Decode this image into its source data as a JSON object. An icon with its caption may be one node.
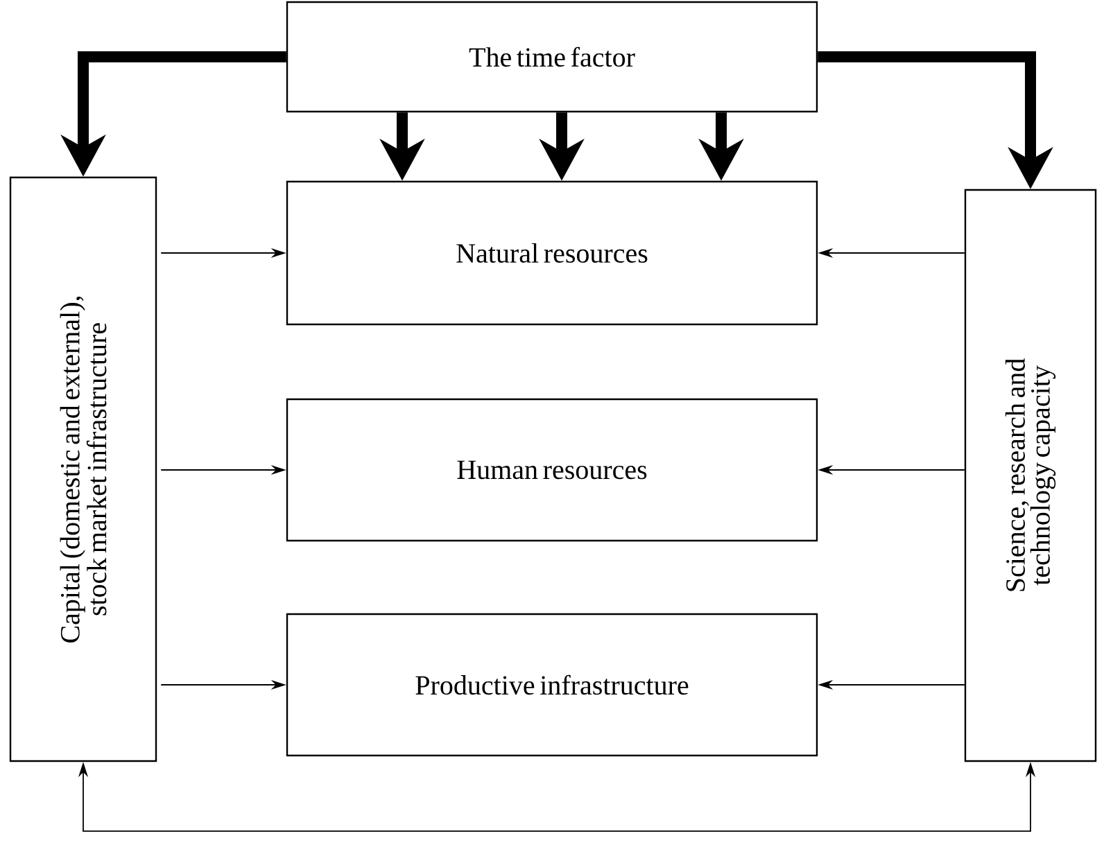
{
  "diagram": {
    "nodes": [
      {
        "text": [
          "The time factor"
        ]
      },
      {
        "text": [
          "Capital (domestic and external), stock market infrastructure"
        ]
      },
      {
        "text": [
          "Natural resources"
        ]
      },
      {
        "text": [
          "Science, research and technology capacity"
        ]
      },
      {
        "text": [
          "Human resources"
        ]
      },
      {
        "text": [
          "Productive infrastructure"
        ]
      }
    ],
    "edges": [
      {
        "from": 0,
        "to": 1,
        "arrow": "to",
        "style": "thick"
      },
      {
        "from": 0,
        "to": 3,
        "arrow": "to",
        "style": "thick"
      },
      {
        "from": 0,
        "to": 2,
        "arrow": "to",
        "style": "thick"
      },
      {
        "from": 0,
        "to": 2,
        "arrow": "to",
        "style": "thick"
      },
      {
        "from": 0,
        "to": 2,
        "arrow": "to",
        "style": "thick"
      },
      {
        "from": 1,
        "to": 2,
        "arrow": "to"
      },
      {
        "from": 1,
        "to": 4,
        "arrow": "to"
      },
      {
        "from": 1,
        "to": 5,
        "arrow": "to"
      },
      {
        "from": 3,
        "to": 2,
        "arrow": "to"
      },
      {
        "from": 3,
        "to": 4,
        "arrow": "to"
      },
      {
        "from": 3,
        "to": 5,
        "arrow": "to"
      },
      {
        "from": 1,
        "to": 3,
        "arrow": "both"
      }
    ]
  }
}
